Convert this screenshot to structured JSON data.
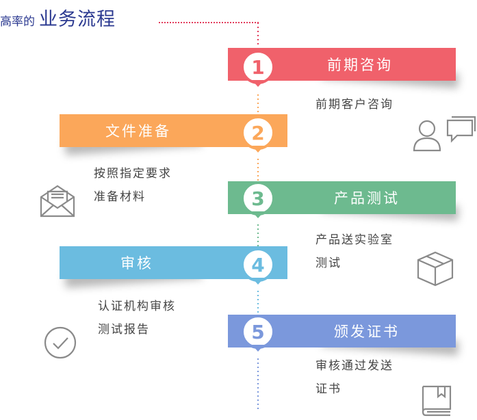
{
  "header": {
    "prefix": "高率的",
    "title": "业务流程"
  },
  "steps": [
    {
      "number": "1",
      "title": "前期咨询",
      "desc_lines": [
        "前期客户咨询"
      ],
      "color": "#f0616b",
      "icon": "user-chat-icon"
    },
    {
      "number": "2",
      "title": "文件准备",
      "desc_lines": [
        "按照指定要求",
        "准备材料"
      ],
      "color": "#fba75a",
      "icon": "mail-document-icon"
    },
    {
      "number": "3",
      "title": "产品测试",
      "desc_lines": [
        "产品送实验室",
        "测试"
      ],
      "color": "#6dba8f",
      "icon": "package-box-icon"
    },
    {
      "number": "4",
      "title": "审核",
      "desc_lines": [
        "认证机构审核",
        "测试报告"
      ],
      "color": "#6bbce0",
      "icon": "checkmark-circle-icon"
    },
    {
      "number": "5",
      "title": "颁发证书",
      "desc_lines": [
        "审核通过发送",
        "证书"
      ],
      "color": "#7b98dc",
      "icon": "certificate-book-icon"
    }
  ]
}
